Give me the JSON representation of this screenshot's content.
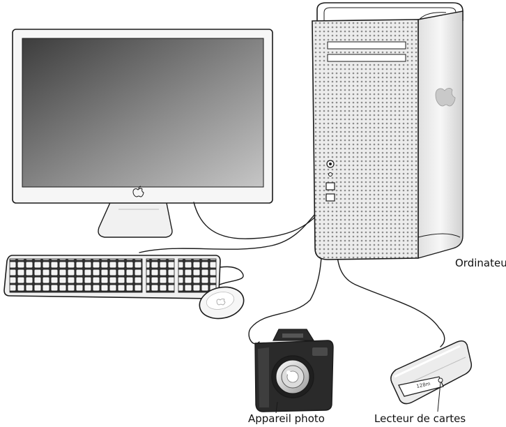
{
  "labels": {
    "computer": "Ordinateur",
    "camera": "Appareil photo",
    "card_reader": "Lecteur de cartes",
    "card_text": "128m"
  },
  "colors": {
    "stroke": "#1a1a1a",
    "screen_dark": "#4a4a4a",
    "screen_light": "#bdbdbd",
    "body_light": "#f2f2f2",
    "body_mid": "#d9d9d9",
    "background": "#ffffff"
  },
  "icons": [
    "apple-logo-icon"
  ]
}
